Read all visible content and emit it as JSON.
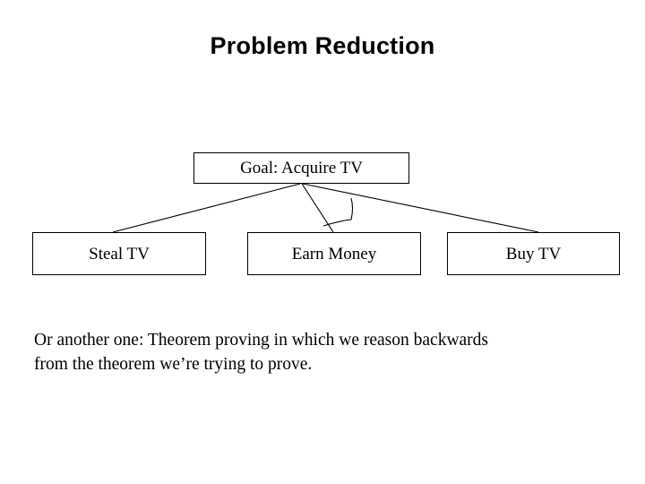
{
  "slide": {
    "title": "Problem Reduction",
    "background_color": "#ffffff",
    "text_color": "#000000"
  },
  "graph": {
    "type": "and-or-graph",
    "root": {
      "id": "goal",
      "label": "Goal: Acquire TV"
    },
    "children": [
      {
        "id": "steal-tv",
        "label": "Steal TV"
      },
      {
        "id": "earn-money",
        "label": "Earn Money"
      },
      {
        "id": "buy-tv",
        "label": "Buy TV"
      }
    ],
    "edges": [
      {
        "from": "goal",
        "to": "steal-tv"
      },
      {
        "from": "goal",
        "to": "earn-money"
      },
      {
        "from": "goal",
        "to": "buy-tv"
      }
    ],
    "and_arc": {
      "joins": [
        "earn-money",
        "buy-tv"
      ],
      "meaning": "AND"
    },
    "line_color": "#000000",
    "box_border_color": "#000000",
    "box_fill_color": "#ffffff"
  },
  "body": {
    "line1": "Or another one: Theorem proving in which we reason backwards",
    "line2": "from the theorem we’re trying to prove."
  }
}
